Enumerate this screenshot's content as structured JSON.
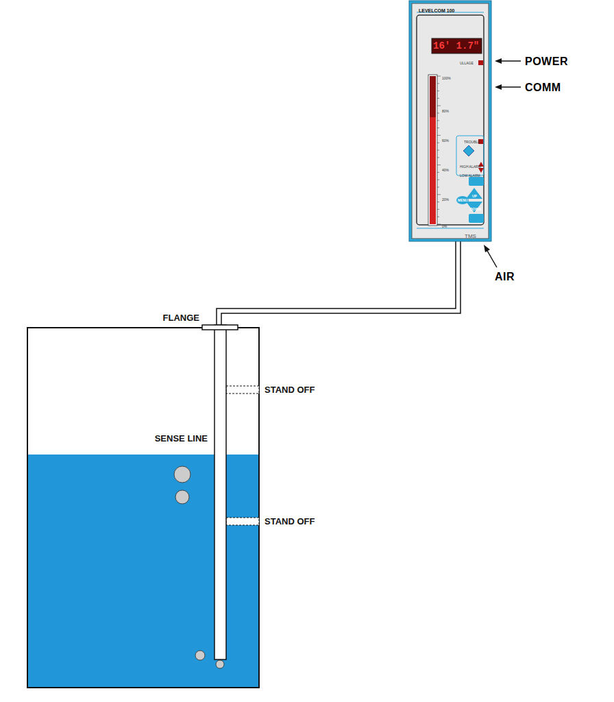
{
  "diagram": {
    "nodes": [
      {
        "text": [
          "LEVELCOM 100",
          "16' 1.7\"",
          "ULLAGE",
          "100%",
          "80%",
          "60%",
          "40%",
          "20%",
          "0%",
          "TROUBLE",
          "HIGH ALARM",
          "LOW ALARM",
          "MENU",
          "UP",
          "DOWN",
          "TMS"
        ]
      }
    ],
    "labels": [
      "POWER",
      "COMM",
      "AIR",
      "FLANGE",
      "STAND OFF",
      "SENSE LINE",
      "STAND OFF"
    ]
  }
}
